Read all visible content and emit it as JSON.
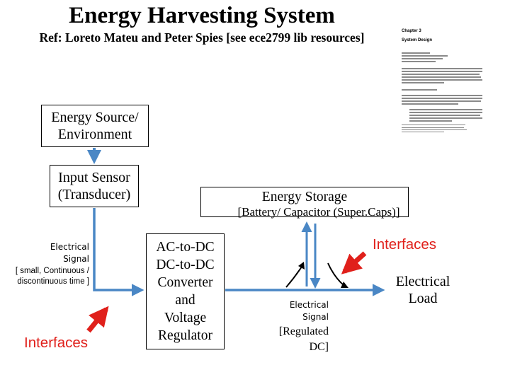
{
  "title": "Energy Harvesting System",
  "reference": "Ref:  Loreto Mateu and Peter Spies [see ece2799 lib resources]",
  "blocks": {
    "energy_source": [
      "Energy Source/",
      "Environment"
    ],
    "input_sensor": [
      "Input Sensor",
      "(Transducer)"
    ],
    "energy_storage": {
      "title": "Energy Storage",
      "subtitle": "[Battery/ Capacitor (Super.Caps)]"
    },
    "converter": [
      "AC-to-DC",
      "DC-to-DC",
      "Converter",
      "and",
      "Voltage",
      "Regulator"
    ],
    "electrical_load": [
      "Electrical",
      "Load"
    ]
  },
  "labels": {
    "signal_left": [
      "Electrical",
      "Signal"
    ],
    "signal_left_note": [
      "[ small, Continuous /",
      "discontinuous time ]"
    ],
    "signal_right": [
      "Electrical",
      "Signal"
    ],
    "signal_right_note": [
      "[Regulated",
      "DC]"
    ],
    "interfaces_right": "Interfaces",
    "interfaces_left": "Interfaces"
  },
  "thumbnail": {
    "heading": "Chapter 3",
    "subheading": "System Design"
  },
  "colors": {
    "flow_line": "#4a87c5",
    "interface_arrow": "#e0201b",
    "interface_text": "#e0201b"
  }
}
